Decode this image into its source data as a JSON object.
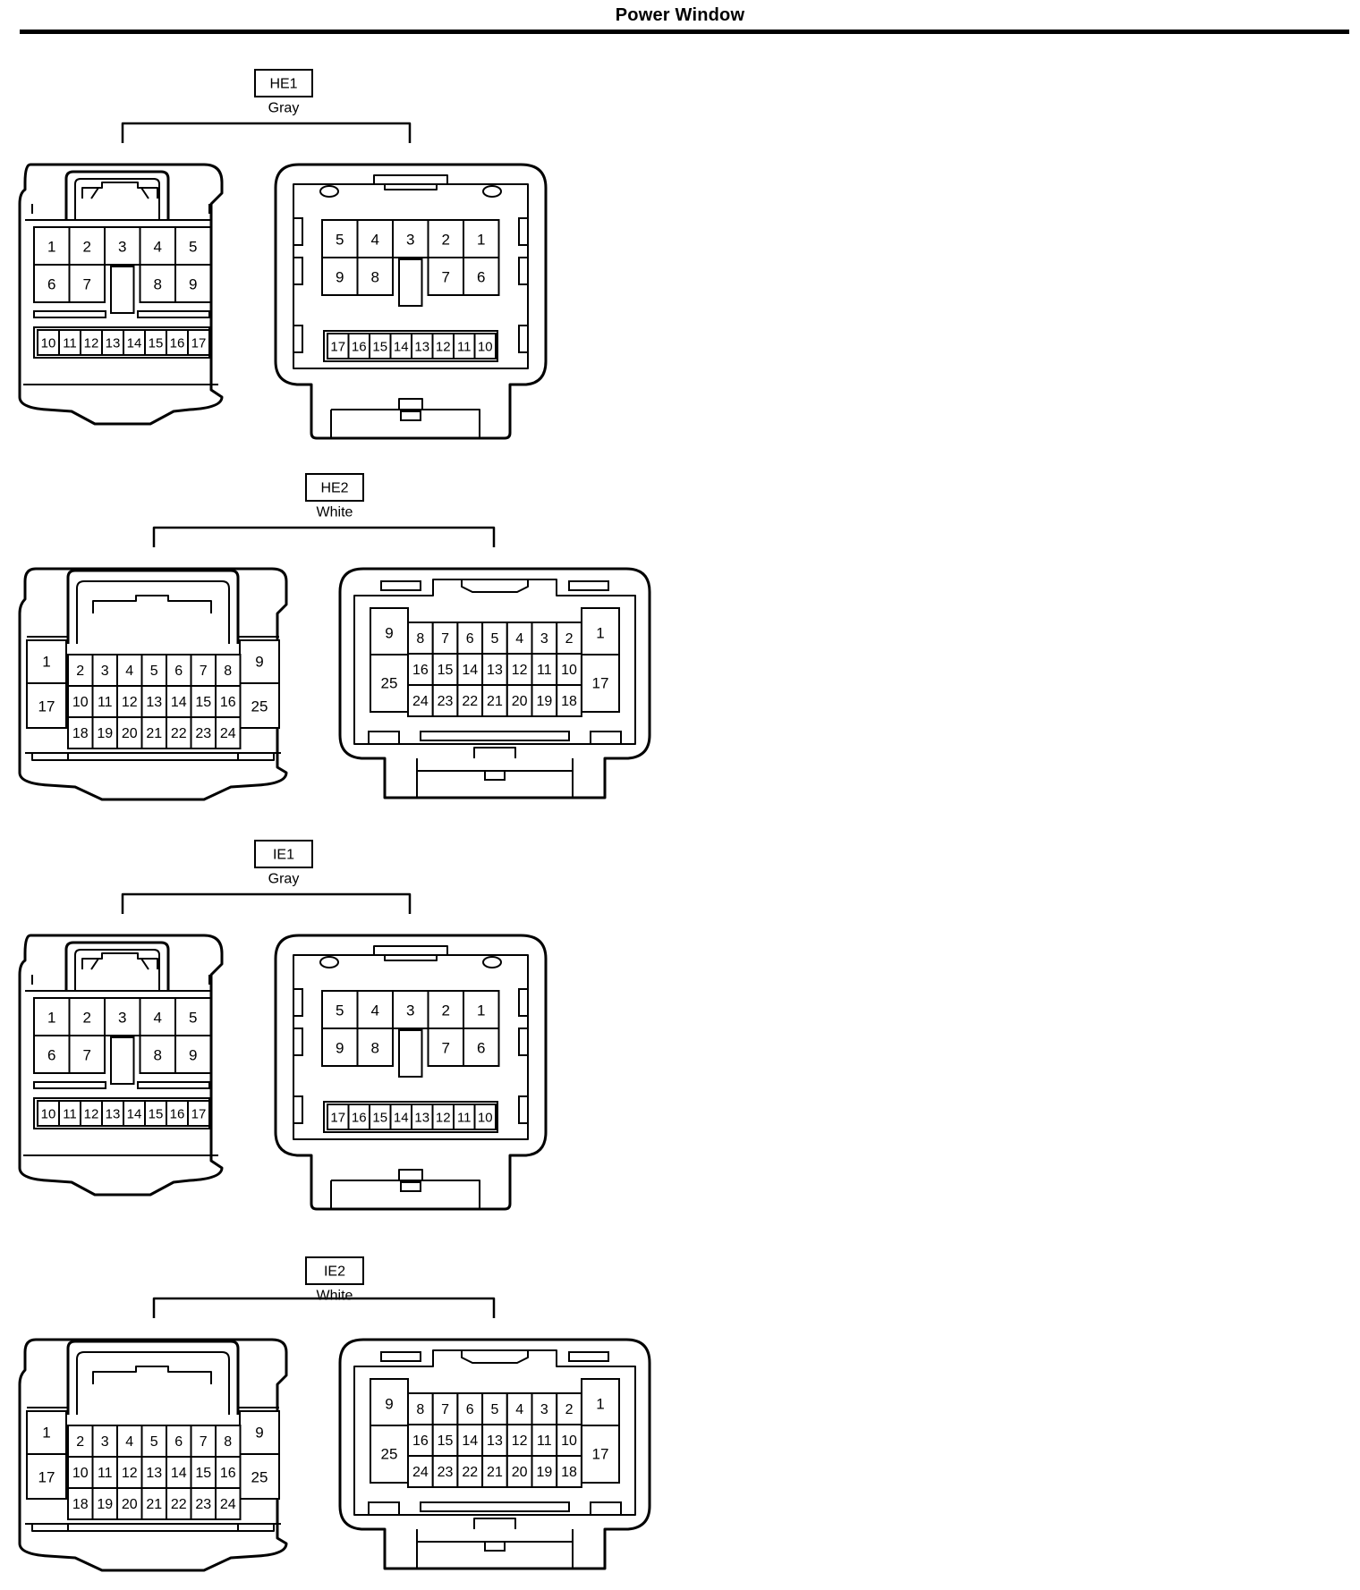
{
  "title": "Power Window",
  "connectors": [
    {
      "code": "HE1",
      "color": "Gray",
      "pins": 17,
      "male": {
        "row1": [
          "1",
          "2",
          "3",
          "4",
          "5"
        ],
        "row2": [
          "6",
          "7",
          "",
          "8",
          "9"
        ],
        "row3": [
          "10",
          "11",
          "12",
          "13",
          "14",
          "15",
          "16",
          "17"
        ]
      },
      "female": {
        "row1": [
          "5",
          "4",
          "3",
          "2",
          "1"
        ],
        "row2": [
          "9",
          "8",
          "",
          "7",
          "6"
        ],
        "row3": [
          "17",
          "16",
          "15",
          "14",
          "13",
          "12",
          "11",
          "10"
        ]
      }
    },
    {
      "code": "HE2",
      "color": "White",
      "pins": 25,
      "male": {
        "left": [
          "1",
          "17"
        ],
        "row1": [
          "2",
          "3",
          "4",
          "5",
          "6",
          "7",
          "8"
        ],
        "row2": [
          "10",
          "11",
          "12",
          "13",
          "14",
          "15",
          "16"
        ],
        "row3": [
          "18",
          "19",
          "20",
          "21",
          "22",
          "23",
          "24"
        ],
        "right": [
          "9",
          "25"
        ]
      },
      "female": {
        "left": [
          "9",
          "25"
        ],
        "row1": [
          "8",
          "7",
          "6",
          "5",
          "4",
          "3",
          "2"
        ],
        "row2": [
          "16",
          "15",
          "14",
          "13",
          "12",
          "11",
          "10"
        ],
        "row3": [
          "24",
          "23",
          "22",
          "21",
          "20",
          "19",
          "18"
        ],
        "right": [
          "1",
          "17"
        ]
      }
    },
    {
      "code": "IE1",
      "color": "Gray",
      "pins": 17,
      "male": {
        "row1": [
          "1",
          "2",
          "3",
          "4",
          "5"
        ],
        "row2": [
          "6",
          "7",
          "",
          "8",
          "9"
        ],
        "row3": [
          "10",
          "11",
          "12",
          "13",
          "14",
          "15",
          "16",
          "17"
        ]
      },
      "female": {
        "row1": [
          "5",
          "4",
          "3",
          "2",
          "1"
        ],
        "row2": [
          "9",
          "8",
          "",
          "7",
          "6"
        ],
        "row3": [
          "17",
          "16",
          "15",
          "14",
          "13",
          "12",
          "11",
          "10"
        ]
      }
    },
    {
      "code": "IE2",
      "color": "White",
      "pins": 25,
      "male": {
        "left": [
          "1",
          "17"
        ],
        "row1": [
          "2",
          "3",
          "4",
          "5",
          "6",
          "7",
          "8"
        ],
        "row2": [
          "10",
          "11",
          "12",
          "13",
          "14",
          "15",
          "16"
        ],
        "row3": [
          "18",
          "19",
          "20",
          "21",
          "22",
          "23",
          "24"
        ],
        "right": [
          "9",
          "25"
        ]
      },
      "female": {
        "left": [
          "9",
          "25"
        ],
        "row1": [
          "8",
          "7",
          "6",
          "5",
          "4",
          "3",
          "2"
        ],
        "row2": [
          "16",
          "15",
          "14",
          "13",
          "12",
          "11",
          "10"
        ],
        "row3": [
          "24",
          "23",
          "22",
          "21",
          "20",
          "19",
          "18"
        ],
        "right": [
          "1",
          "17"
        ]
      }
    }
  ]
}
